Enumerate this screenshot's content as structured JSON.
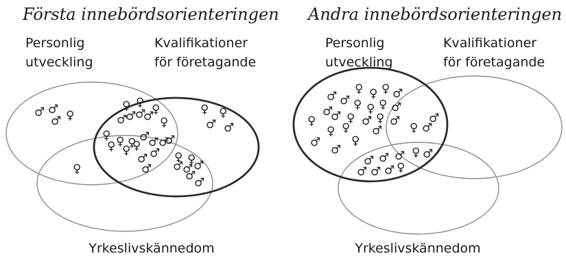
{
  "panels": [
    {
      "title": "Första innebördsorienteringen",
      "circle_labels": {
        "personal": [
          "Personlig",
          "utveckling"
        ],
        "qualifications": [
          "Kvalifikationer",
          "för företagande"
        ],
        "working_life": "Yrkeslivskännedom"
      },
      "emphasized_circle": "qualifications"
    },
    {
      "title": "Andra innebördsorienteringen",
      "circle_labels": {
        "personal": [
          "Personlig",
          "utveckling"
        ],
        "qualifications": [
          "Kvalifikationer",
          "för företagande"
        ],
        "working_life": "Yrkeslivskännedom"
      },
      "emphasized_circle": "personal"
    }
  ],
  "symbols": {
    "male": "♂",
    "female": "♀"
  },
  "colors": {
    "text": "#1a1a1a",
    "thin_stroke": "#8a8a8a",
    "bold_stroke": "#2a2a2a"
  }
}
